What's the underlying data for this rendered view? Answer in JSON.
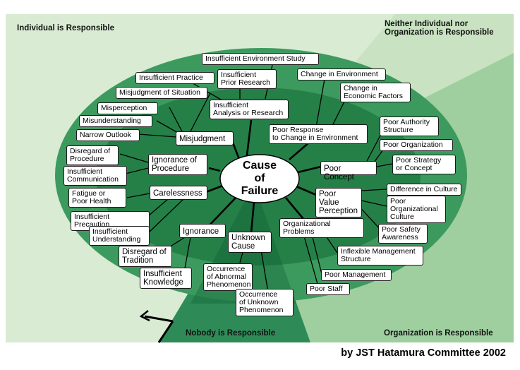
{
  "colors": {
    "individual_bg": "#d9ebd3",
    "neither_bg": "#c9e3c2",
    "organization_bg": "#9fcf9f",
    "nobody_bg": "#2e8b57",
    "outer_ring": "#3d9a5f",
    "inner_ring": "#258048",
    "center": "#ffffff",
    "line": "#000000"
  },
  "regions": {
    "individual": "Individual is Responsible",
    "neither": "Neither Individual nor\nOrganization is Responsible",
    "nobody": "Nobody is Responsible",
    "organization": "Organization is Responsible"
  },
  "center_label": "Cause\nof\nFailure",
  "credit": "by JST Hatamura Committee 2002",
  "boxes": [
    {
      "id": "insufficient-environment-study",
      "text": "Insufficient Environment Study"
    },
    {
      "id": "insufficient-practice",
      "text": "Insufficient Practice"
    },
    {
      "id": "insufficient-prior-research",
      "text": "Insufficient\nPrior Research"
    },
    {
      "id": "misjudgment-of-situation",
      "text": "Misjudgment of Situation"
    },
    {
      "id": "change-in-environment",
      "text": "Change in Environment"
    },
    {
      "id": "change-in-economic-factors",
      "text": "Change in\nEconomic Factors"
    },
    {
      "id": "insufficient-analysis",
      "text": "Insufficient\nAnalysis or Research"
    },
    {
      "id": "misperception",
      "text": "Misperception"
    },
    {
      "id": "misunderstanding",
      "text": "Misunderstanding"
    },
    {
      "id": "narrow-outlook",
      "text": "Narrow Outlook"
    },
    {
      "id": "misjudgment",
      "text": "Misjudgment"
    },
    {
      "id": "poor-response",
      "text": "Poor Response\nto Change in Environment"
    },
    {
      "id": "poor-authority-structure",
      "text": "Poor Authority\nStructure"
    },
    {
      "id": "poor-organization",
      "text": "Poor Organization"
    },
    {
      "id": "disregard-of-procedure",
      "text": "Disregard of\nProcedure"
    },
    {
      "id": "ignorance-of-procedure",
      "text": "Ignorance of\nProcedure"
    },
    {
      "id": "poor-strategy",
      "text": "Poor Strategy\nor Concept"
    },
    {
      "id": "insufficient-communication",
      "text": "Insufficient\nCommunication"
    },
    {
      "id": "poor-concept",
      "text": "Poor Concept"
    },
    {
      "id": "fatigue",
      "text": "Fatigue or\nPoor Health"
    },
    {
      "id": "carelessness",
      "text": "Carelessness"
    },
    {
      "id": "difference-in-culture",
      "text": "Difference in Culture"
    },
    {
      "id": "poor-value-perception",
      "text": "Poor Value\nPerception"
    },
    {
      "id": "poor-organizational-culture",
      "text": "Poor\nOrganizational\nCulture"
    },
    {
      "id": "insufficient-precaution",
      "text": "Insufficient Precaution"
    },
    {
      "id": "organizational-problems",
      "text": "Organizational Problems"
    },
    {
      "id": "insufficient-understanding",
      "text": "Insufficient\nUnderstanding"
    },
    {
      "id": "ignorance",
      "text": "Ignorance"
    },
    {
      "id": "poor-safety-awareness",
      "text": "Poor Safety\nAwareness"
    },
    {
      "id": "unknown-cause",
      "text": "Unknown\nCause"
    },
    {
      "id": "disregard-of-tradition",
      "text": "Disregard of\nTradition"
    },
    {
      "id": "inflexible-management",
      "text": "Inflexible Management\nStructure"
    },
    {
      "id": "occurrence-abnormal",
      "text": "Occurrence\nof Abnormal\nPhenomenon"
    },
    {
      "id": "insufficient-knowledge",
      "text": "Insufficient\nKnowledge"
    },
    {
      "id": "poor-management",
      "text": "Poor Management"
    },
    {
      "id": "poor-staff",
      "text": "Poor Staff"
    },
    {
      "id": "occurrence-unknown",
      "text": "Occurrence\nof Unknown\nPhenomenon"
    }
  ]
}
